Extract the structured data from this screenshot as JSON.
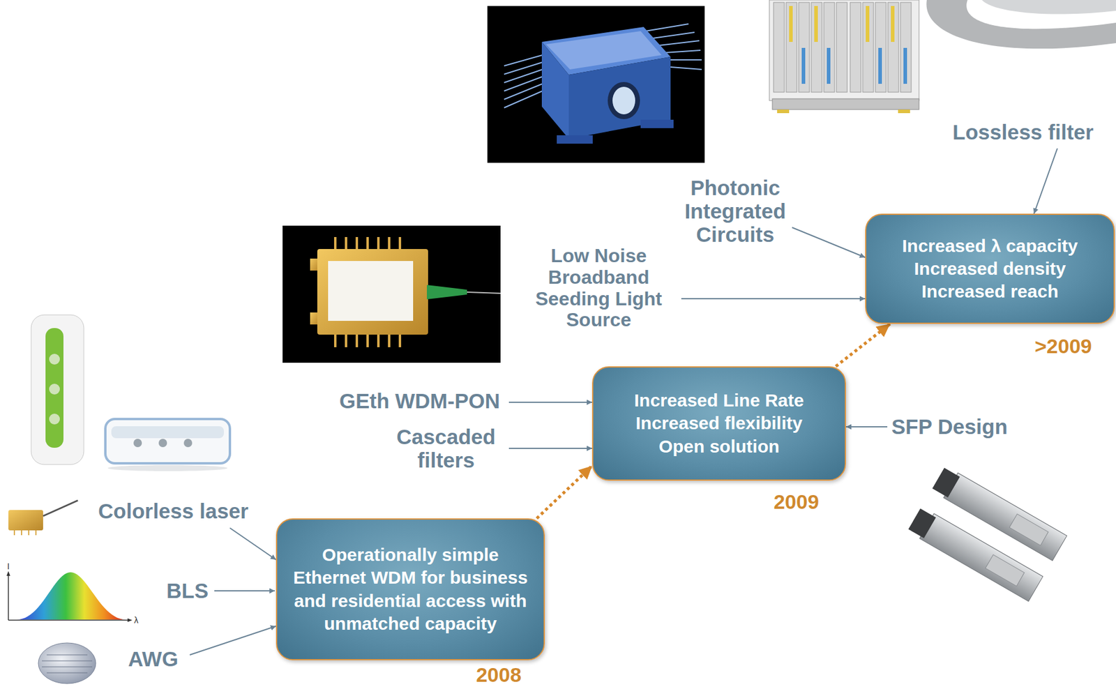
{
  "diagram": {
    "nodes": [
      {
        "text": [
          "Operationally simple Ethernet WDM for business and residential access with unmatched capacity"
        ]
      },
      {
        "text": [
          "Increased Line Rate",
          "Increased flexibility",
          "Open solution"
        ]
      },
      {
        "text": [
          "Increased λ capacity",
          "Increased density",
          "Increased reach"
        ]
      }
    ],
    "edges": [
      {
        "from": 0,
        "to": 1,
        "arrow": "to"
      },
      {
        "from": 1,
        "to": 2,
        "arrow": "to"
      }
    ],
    "labels": [
      "I",
      "λ",
      "Colorless laser",
      "BLS",
      "AWG",
      "2008",
      "GEth WDM-PON",
      "Cascaded filters",
      "SFP Design",
      "2009",
      "Low Noise Broadband Seeding Light Source",
      "Photonic Integrated Circuits",
      "Lossless filter",
      ">2009"
    ]
  }
}
